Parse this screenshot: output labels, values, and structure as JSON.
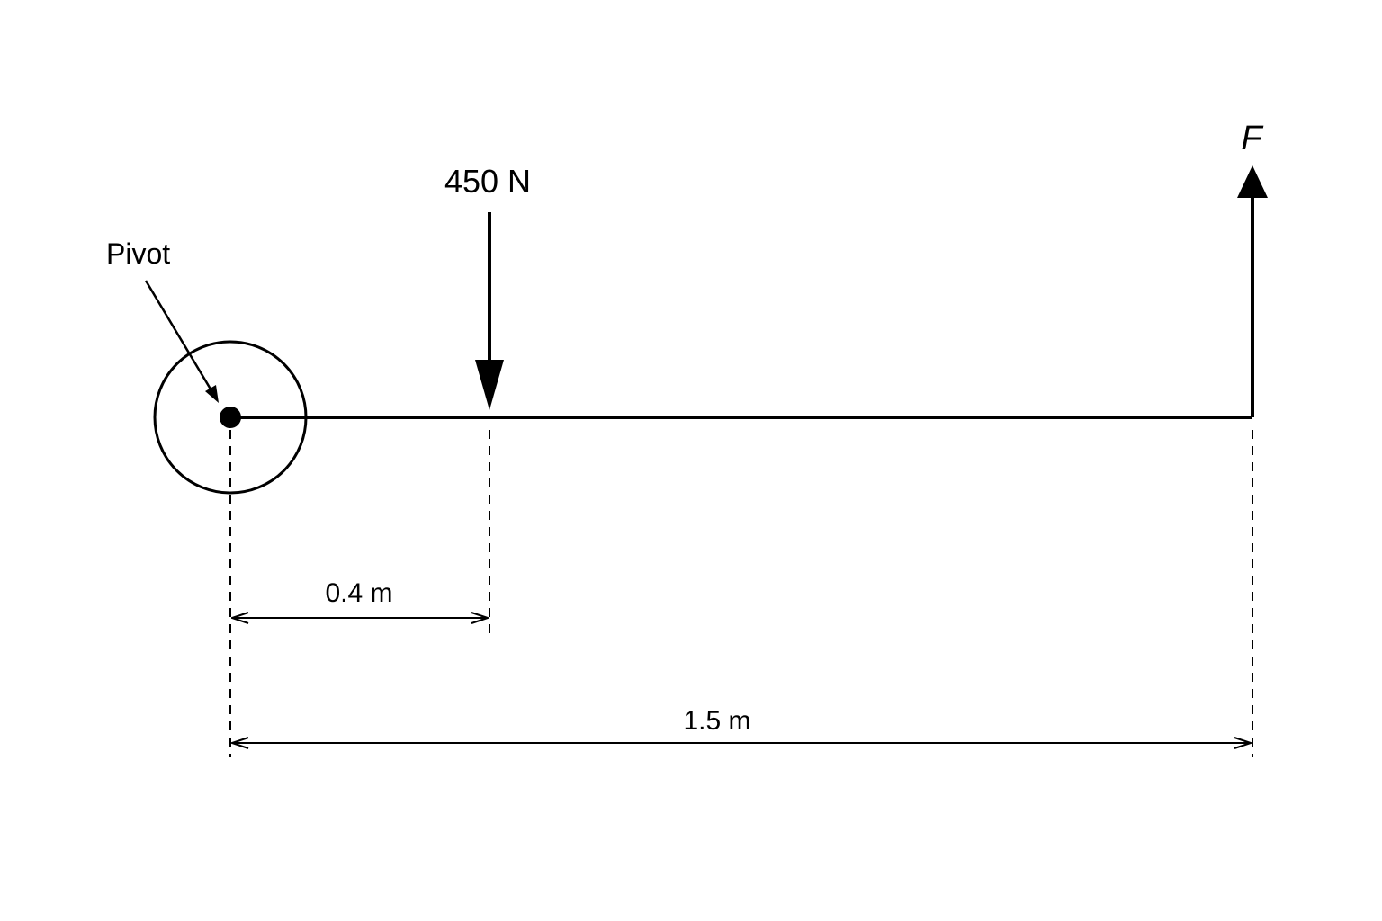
{
  "labels": {
    "pivot": "Pivot",
    "load": "450 N",
    "effort": "F",
    "short_distance": "0.4 m",
    "long_distance": "1.5 m"
  },
  "colors": {
    "ink": "#000000",
    "background": "#ffffff"
  }
}
